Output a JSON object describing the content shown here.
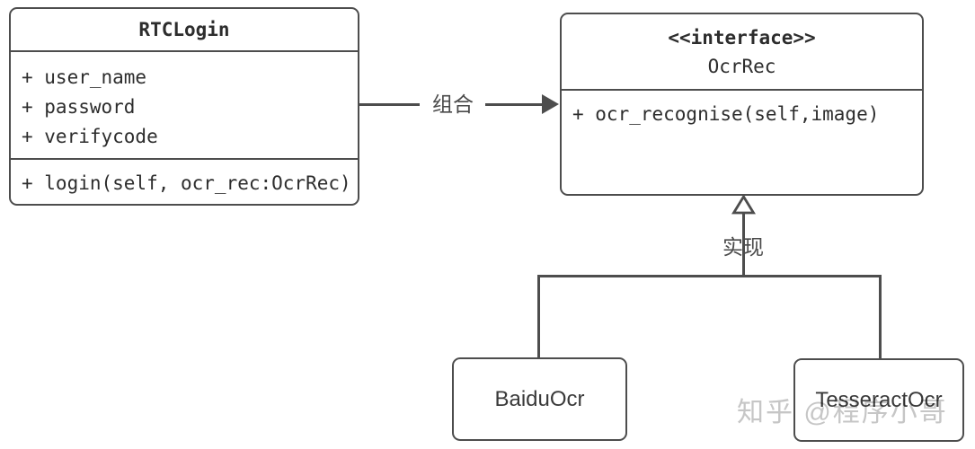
{
  "diagram": {
    "type": "uml-class-diagram",
    "classes": {
      "rtclogin": {
        "title": "RTCLogin",
        "attributes": [
          "+ user_name",
          "+ password",
          "+ verifycode"
        ],
        "methods": [
          "+ login(self, ocr_rec:OcrRec)"
        ]
      },
      "ocrrec": {
        "stereotype": "<<interface>>",
        "title": "OcrRec",
        "methods": [
          "+ ocr_recognise(self,image)"
        ]
      },
      "baiduocr": {
        "title": "BaiduOcr"
      },
      "tesseractocr": {
        "title": "TesseractOcr"
      }
    },
    "relations": {
      "composition": {
        "label": "组合",
        "from": "RTCLogin",
        "to": "OcrRec",
        "arrow": "filled-triangle-right"
      },
      "realization": {
        "label": "实现",
        "from": [
          "BaiduOcr",
          "TesseractOcr"
        ],
        "to": "OcrRec",
        "arrow": "hollow-triangle-up"
      }
    },
    "watermark": "知乎 @程序小哥",
    "colors": {
      "line": "#4d4d4d",
      "text": "#2d2d2d",
      "label_text": "#4a4a4a",
      "watermark": "#c6c6c6",
      "background": "#ffffff"
    }
  }
}
